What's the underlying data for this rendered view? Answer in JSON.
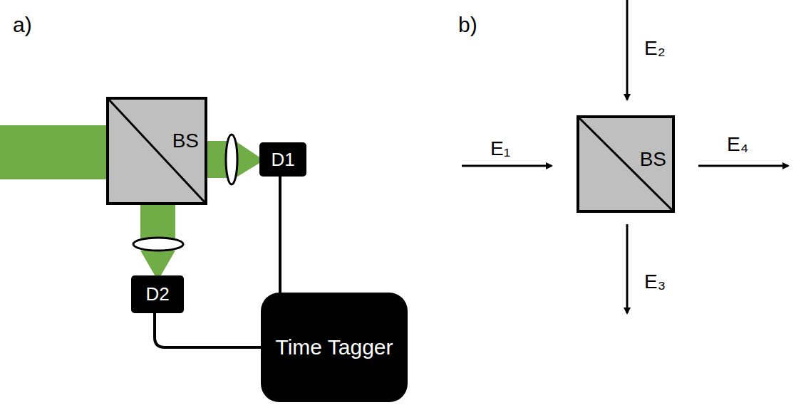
{
  "diagram": {
    "nodes": [
      {
        "text": [
          "BS"
        ]
      },
      {
        "text": [
          "D1"
        ]
      },
      {
        "text": [
          "D2"
        ]
      },
      {
        "text": [
          "Time Tagger"
        ]
      },
      {
        "text": [
          "BS"
        ]
      }
    ],
    "edges": [
      {
        "from": 1,
        "to": 3,
        "arrow": "none"
      },
      {
        "from": 2,
        "to": 3,
        "arrow": "none"
      }
    ],
    "labels": [
      "a)",
      "b)",
      "E₂",
      "E₁",
      "E₄",
      "E₃"
    ]
  }
}
